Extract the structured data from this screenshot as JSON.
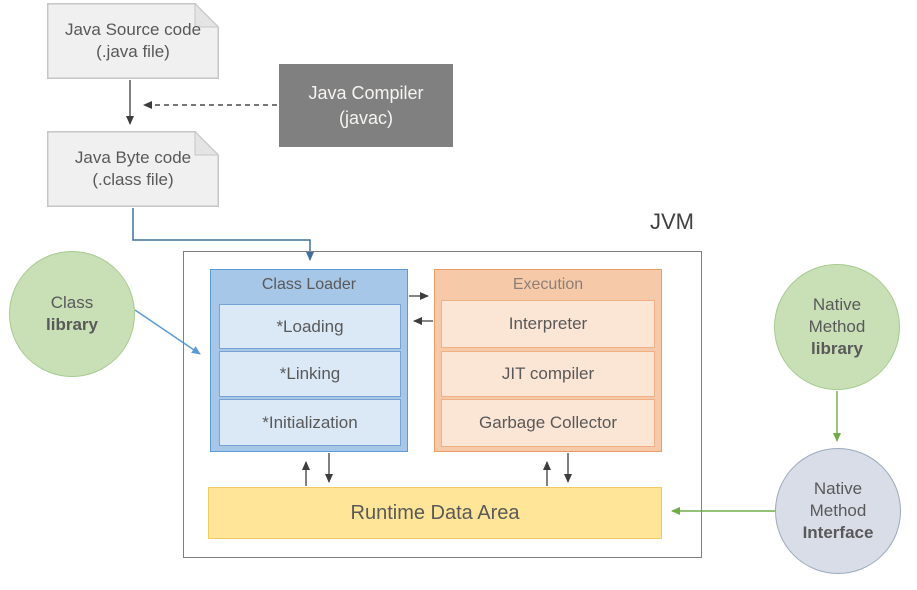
{
  "diagram": {
    "jvm_label": "JVM",
    "java_source": {
      "lines": [
        "Java Source code",
        "(.java file)"
      ]
    },
    "java_compiler": {
      "lines": [
        "Java Compiler",
        "(javac)"
      ]
    },
    "java_bytecode": {
      "lines": [
        "Java Byte code",
        "(.class file)"
      ]
    },
    "class_loader": {
      "title": "Class Loader",
      "items": [
        "*Loading",
        "*Linking",
        "*Initialization"
      ]
    },
    "execution": {
      "title": "Execution",
      "items": [
        "Interpreter",
        "JIT compiler",
        "Garbage Collector"
      ]
    },
    "runtime_data_area": {
      "label": "Runtime Data Area"
    },
    "class_library": {
      "lines": [
        "Class",
        "library"
      ]
    },
    "native_method_library": {
      "lines": [
        "Native",
        "Method",
        "library"
      ]
    },
    "native_method_interface": {
      "lines": [
        "Native",
        "Method",
        "Interface"
      ]
    }
  },
  "colors": {
    "doc_fill": "#f0f0f0",
    "doc_border": "#c6c6c6",
    "compiler_fill": "#808080",
    "blue_panel_fill": "#a6c7e7",
    "blue_item_fill": "#dbe8f6",
    "blue_border": "#5b9bd5",
    "orange_panel_fill": "#f6caa9",
    "orange_item_fill": "#fbe5d5",
    "orange_border": "#ec9b65",
    "yellow_fill": "#ffe598",
    "green_circle_fill": "#c9e0b7",
    "gray_circle_fill": "#d8dde7",
    "connector_black": "#3d3d3d",
    "connector_blue_elbow": "#41719c",
    "connector_blue_diag": "#5b9bd5",
    "connector_green": "#70ad47",
    "text_gray": "#595959"
  }
}
